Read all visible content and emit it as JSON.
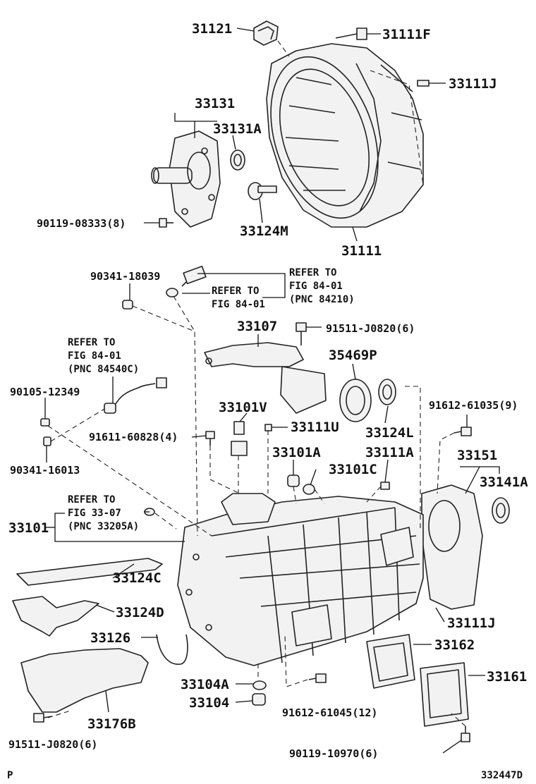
{
  "diagram": {
    "labels": {
      "p31121": "31121",
      "p31111f": "31111F",
      "p33111j_top": "33111J",
      "p33131": "33131",
      "p33131a": "33131A",
      "p90119_08333": "90119-08333(8)",
      "p33124m": "33124M",
      "p31111": "31111",
      "p90341_18039": "90341-18039",
      "p33107": "33107",
      "p91511_j0820_top": "91511-J0820(6)",
      "p35469p": "35469P",
      "p90105_12349": "90105-12349",
      "p33101v": "33101V",
      "p33111u": "33111U",
      "p33124l": "33124L",
      "p91612_61035": "91612-61035(9)",
      "p91611_60828": "91611-60828(4)",
      "p90341_16013": "90341-16013",
      "p33101a": "33101A",
      "p33101c": "33101C",
      "p33111a": "33111A",
      "p33151": "33151",
      "p33141a": "33141A",
      "p33101": "33101",
      "p33124c": "33124C",
      "p33124d": "33124D",
      "p33111j_bottom": "33111J",
      "p33126": "33126",
      "p33162": "33162",
      "p33161": "33161",
      "p33104a": "33104A",
      "p33104": "33104",
      "p91612_61045": "91612-61045(12)",
      "p33176b": "33176B",
      "p91511_j0820_bottom": "91511-J0820(6)",
      "p90119_10970": "90119-10970(6)"
    },
    "references": {
      "ref1_l1": "REFER TO",
      "ref1_l2": "FIG 84-01",
      "ref1_l3": "(PNC 84210)",
      "ref2_l1": "REFER TO",
      "ref2_l2": "FIG 84-01",
      "ref3_l1": "REFER TO",
      "ref3_l2": "FIG 84-01",
      "ref3_l3": "(PNC 84540C)",
      "ref4_l1": "REFER TO",
      "ref4_l2": "FIG 33-07",
      "ref4_l3": "(PNC 33205A)"
    },
    "footer": {
      "page_mark": "P",
      "diagram_id": "332447D"
    }
  }
}
